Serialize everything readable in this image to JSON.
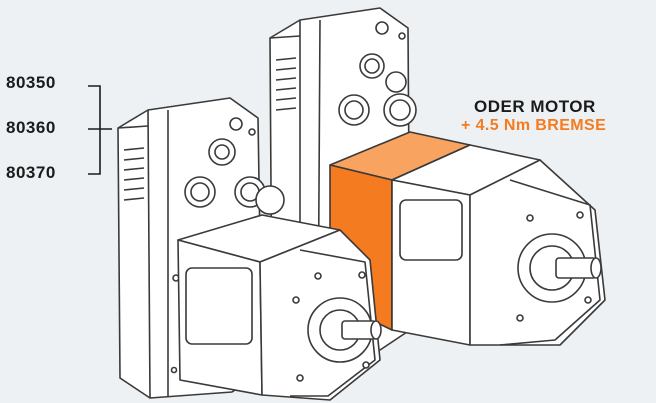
{
  "labels": {
    "models": [
      "80350",
      "80360",
      "80370"
    ],
    "callout_title": "ODER MOTOR",
    "callout_subtitle": "+ 4.5 Nm BREMSE"
  },
  "colors": {
    "background": "#edf1f3",
    "body": "#ffffff",
    "outline": "#3a3a3a",
    "brake_accent": "#f47b20",
    "text": "#1b1b1b"
  },
  "icons": {
    "model_bracket": "bracket-icon",
    "front_motor": "servo-motor-icon",
    "rear_motor": "servo-motor-with-brake-icon",
    "brake_module": "brake-module-icon"
  }
}
